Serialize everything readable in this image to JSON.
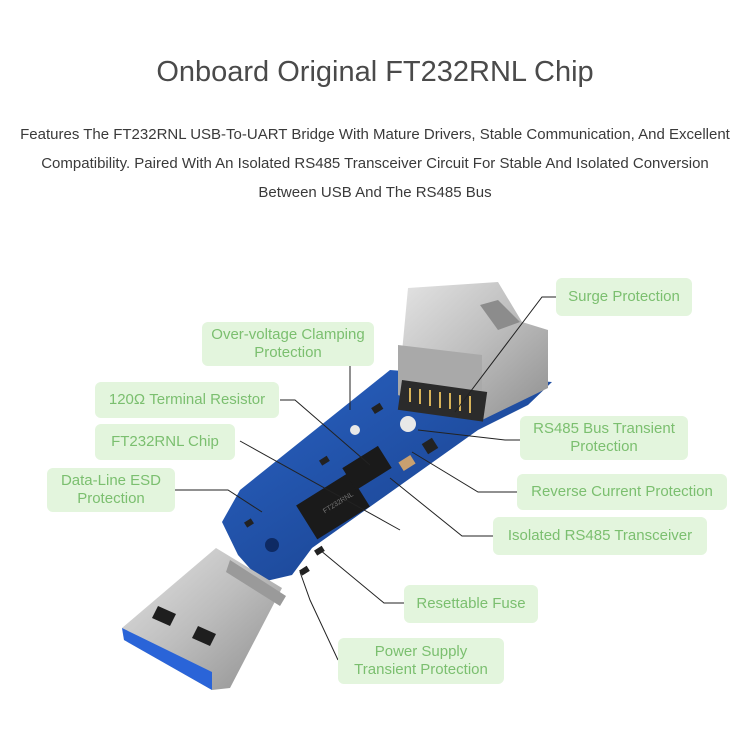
{
  "header": {
    "title": "Onboard Original FT232RNL Chip",
    "description": "Features The FT232RNL USB-To-UART Bridge With Mature Drivers, Stable Communication, And Excellent Compatibility. Paired With An Isolated RS485 Transceiver Circuit For Stable And Isolated Conversion Between USB And The RS485 Bus"
  },
  "callouts": {
    "surge": "Surge Protection",
    "overvoltage": "Over-voltage Clamping Protection",
    "terminal": "120Ω Terminal Resistor",
    "ft232": "FT232RNL Chip",
    "esd": "Data-Line ESD Protection",
    "rs485_transient": "RS485 Bus Transient Protection",
    "reverse": "Reverse Current Protection",
    "isolated": "Isolated RS485 Transceiver",
    "fuse": "Resettable Fuse",
    "power": "Power Supply Transient Protection"
  },
  "colors": {
    "callout_bg": "#e3f5dd",
    "callout_text": "#7bbf6f",
    "pcb": "#1f4fa3",
    "usb_plastic": "#2a64d8",
    "metal": "#b9b9b9"
  }
}
